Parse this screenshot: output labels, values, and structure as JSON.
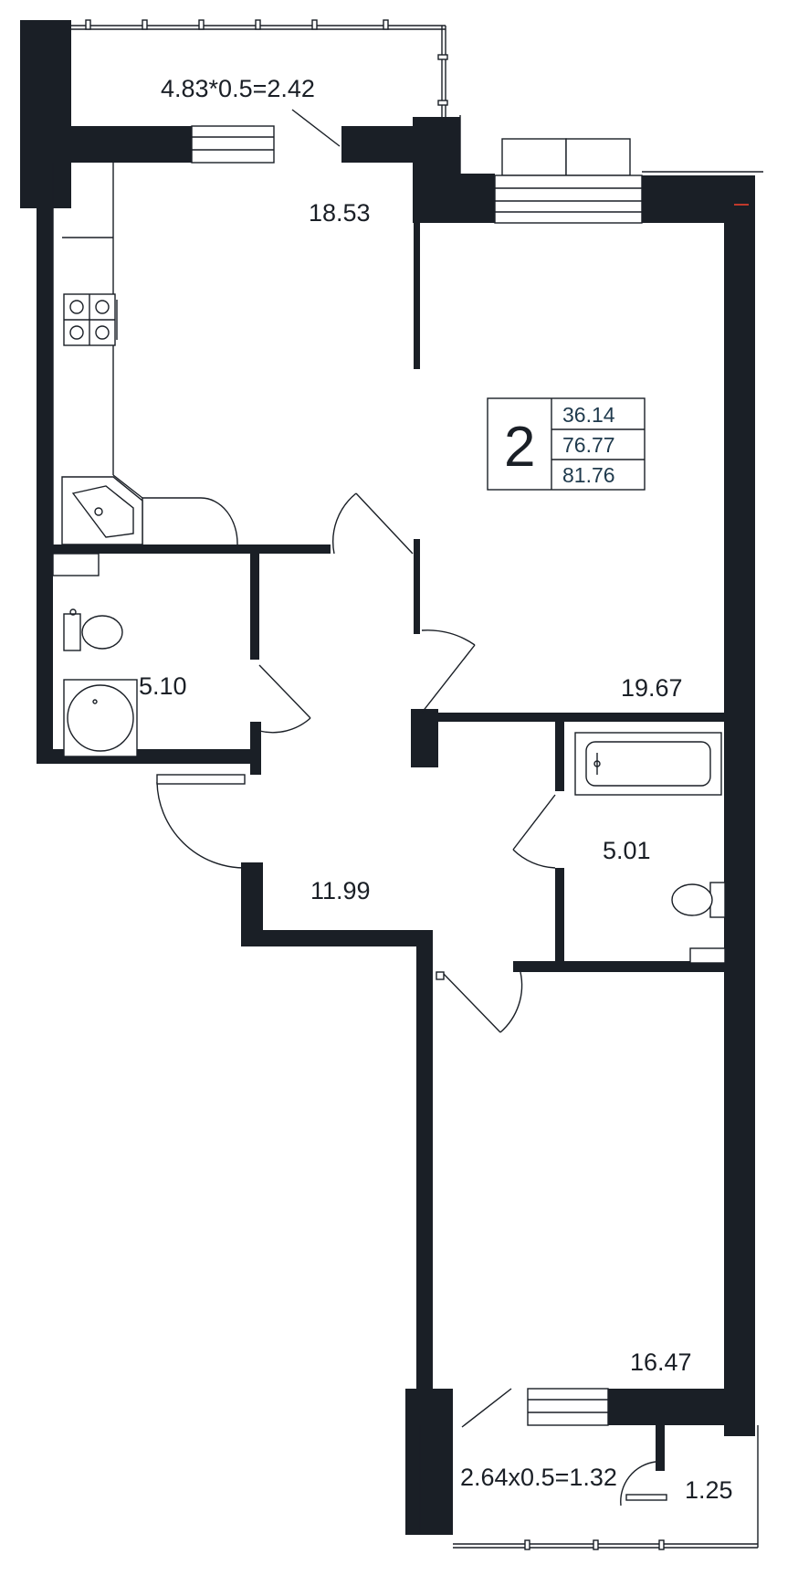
{
  "plan": {
    "badge": {
      "rooms": "2",
      "values": [
        "36.14",
        "76.77",
        "81.76"
      ]
    },
    "rooms": [
      {
        "id": "balcony-top",
        "label": "4.83*0.5=2.42"
      },
      {
        "id": "kitchen",
        "label": "18.53"
      },
      {
        "id": "living-room",
        "label": "19.67"
      },
      {
        "id": "bathroom-left",
        "label": "5.10"
      },
      {
        "id": "hallway",
        "label": "11.99"
      },
      {
        "id": "bathroom-right",
        "label": "5.01"
      },
      {
        "id": "bedroom",
        "label": "16.47"
      },
      {
        "id": "balcony-bottom",
        "label": "2.64x0.5=1.32"
      },
      {
        "id": "storage",
        "label": "1.25"
      }
    ],
    "colors": {
      "wall": "#1a1f26",
      "badge_text": "#1f3a4d",
      "accent": "#c0392b"
    }
  }
}
